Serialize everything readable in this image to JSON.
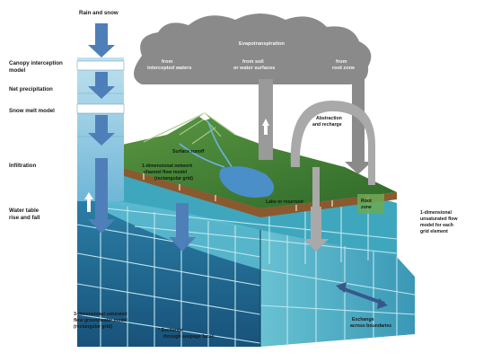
{
  "top_input": "Rain and snow",
  "side_labels": {
    "canopy_line1": "Canopy interception",
    "canopy_line2": "model",
    "net_precip": "Net precipitation",
    "snow_melt": "Snow melt model",
    "infiltration": "Infiltration",
    "water_table_line1": "Water table",
    "water_table_line2": "rise and fall"
  },
  "cloud": {
    "title": "Evapotranspiration",
    "left_line1": "from",
    "left_line2": "intercepted waters",
    "mid_line1": "from soil",
    "mid_line2": "or water surfaces",
    "right_line1": "from",
    "right_line2": "root zone"
  },
  "abstraction": {
    "line1": "Abstraction",
    "line2": "and recharge"
  },
  "surface_labels": {
    "surface_runoff": "Surface runoff",
    "channel_line1": "1-dimensional network",
    "channel_line2": "channel flow model",
    "channel_line3": "(rectangular grid)",
    "lake": "Lake or reservoir",
    "root_line1": "Root",
    "root_line2": "zone"
  },
  "right_label": {
    "line1": "1-dimensional",
    "line2": "unsaturated flow",
    "line3": "model for each",
    "line4": "grid element"
  },
  "bottom_labels": {
    "gw_line1": "3-dimensional saturated",
    "gw_line2": "flow groundwater model",
    "gw_line3": "(rectangular grid)",
    "seep_line1": "* Exchange",
    "seep_line2": "through seepage faces",
    "boundary_line1": "Exchange",
    "boundary_line2": "across boundaries"
  },
  "colors": {
    "land_green": "#4e8a3a",
    "soil_brown": "#8a5a2e",
    "water_blue": "#4a8fc8",
    "grid_cyan": "#3fa7bd",
    "grid_dark": "#1d5f7e",
    "cloud_gray": "#8a8a8a",
    "arrow_blue": "#4f7fb8"
  }
}
